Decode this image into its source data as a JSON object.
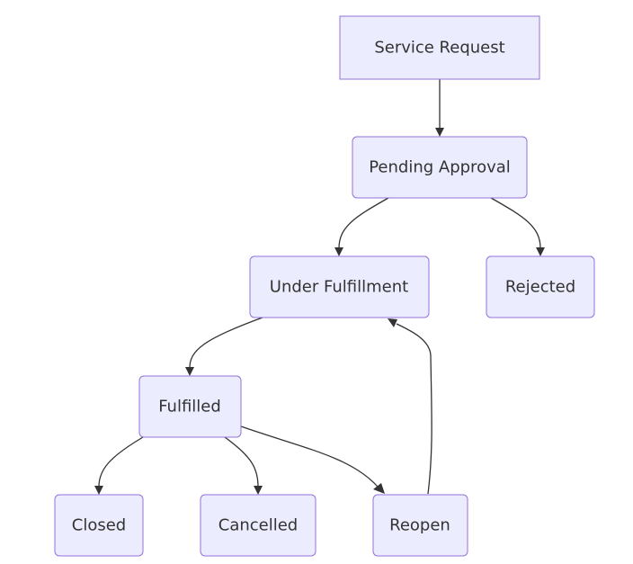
{
  "diagram": {
    "type": "flowchart",
    "nodes": [
      {
        "id": "service_request",
        "label": "Service Request"
      },
      {
        "id": "pending_approval",
        "label": "Pending Approval"
      },
      {
        "id": "under_fulfillment",
        "label": "Under Fulfillment"
      },
      {
        "id": "rejected",
        "label": "Rejected"
      },
      {
        "id": "fulfilled",
        "label": "Fulfilled"
      },
      {
        "id": "closed",
        "label": "Closed"
      },
      {
        "id": "cancelled",
        "label": "Cancelled"
      },
      {
        "id": "reopen",
        "label": "Reopen"
      }
    ],
    "edges": [
      {
        "from": "service_request",
        "to": "pending_approval"
      },
      {
        "from": "pending_approval",
        "to": "under_fulfillment"
      },
      {
        "from": "pending_approval",
        "to": "rejected"
      },
      {
        "from": "under_fulfillment",
        "to": "fulfilled"
      },
      {
        "from": "fulfilled",
        "to": "closed"
      },
      {
        "from": "fulfilled",
        "to": "cancelled"
      },
      {
        "from": "fulfilled",
        "to": "reopen"
      },
      {
        "from": "reopen",
        "to": "under_fulfillment"
      }
    ],
    "colors": {
      "node_fill": "#ECECFF",
      "node_stroke": "#9370DB",
      "edge": "#333333",
      "text": "#333333"
    }
  }
}
